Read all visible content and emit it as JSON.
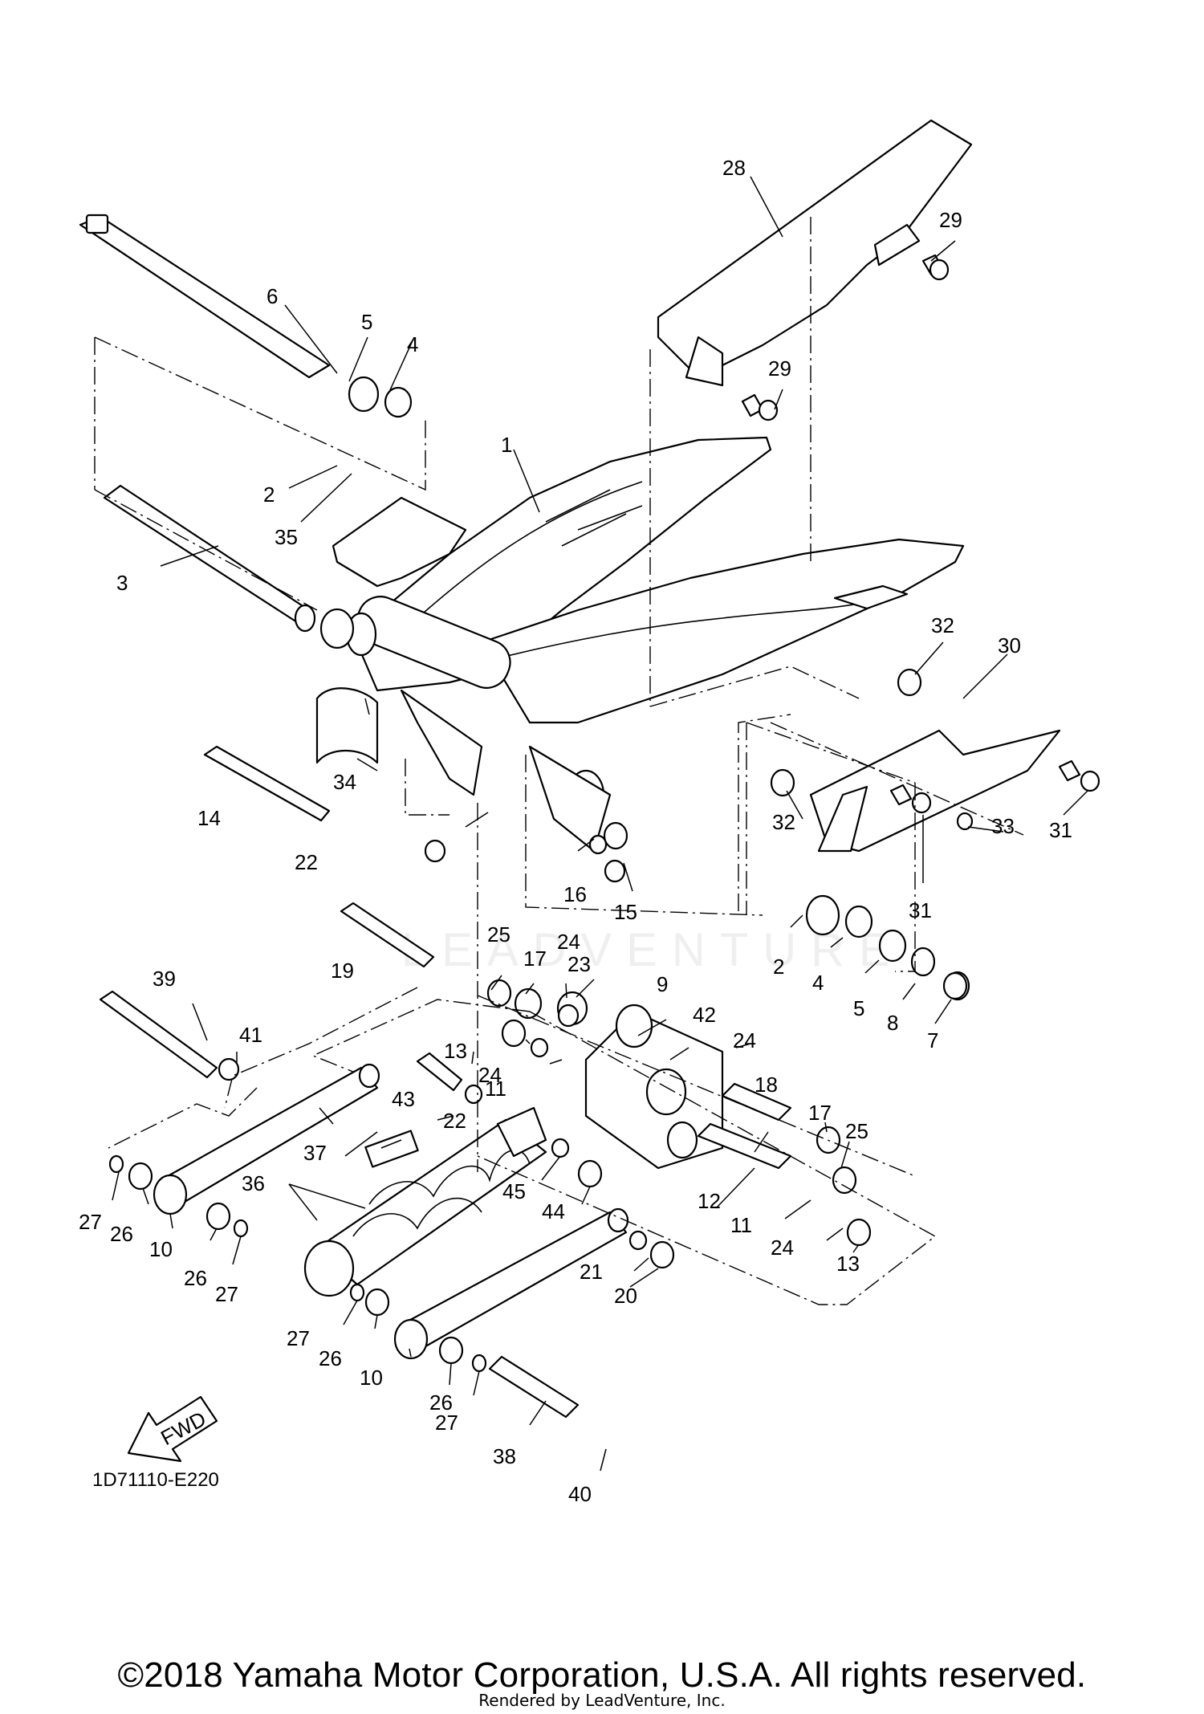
{
  "diagram_code": "1D71110-E220",
  "fwd_label": "FWD",
  "watermark": "LEADVENTURE",
  "copyright": "©2018 Yamaha Motor Corporation, U.S.A. All rights reserved.",
  "rendered_by": "Rendered by LeadVenture, Inc.",
  "callouts": [
    {
      "n": "1"
    },
    {
      "n": "2"
    },
    {
      "n": "2"
    },
    {
      "n": "3"
    },
    {
      "n": "4"
    },
    {
      "n": "4"
    },
    {
      "n": "5"
    },
    {
      "n": "5"
    },
    {
      "n": "6"
    },
    {
      "n": "7"
    },
    {
      "n": "8"
    },
    {
      "n": "9"
    },
    {
      "n": "10"
    },
    {
      "n": "10"
    },
    {
      "n": "11"
    },
    {
      "n": "11"
    },
    {
      "n": "12"
    },
    {
      "n": "13"
    },
    {
      "n": "13"
    },
    {
      "n": "14"
    },
    {
      "n": "15"
    },
    {
      "n": "16"
    },
    {
      "n": "17"
    },
    {
      "n": "17"
    },
    {
      "n": "18"
    },
    {
      "n": "19"
    },
    {
      "n": "20"
    },
    {
      "n": "21"
    },
    {
      "n": "22"
    },
    {
      "n": "22"
    },
    {
      "n": "23"
    },
    {
      "n": "24"
    },
    {
      "n": "24"
    },
    {
      "n": "24"
    },
    {
      "n": "24"
    },
    {
      "n": "25"
    },
    {
      "n": "25"
    },
    {
      "n": "26"
    },
    {
      "n": "26"
    },
    {
      "n": "26"
    },
    {
      "n": "26"
    },
    {
      "n": "27"
    },
    {
      "n": "27"
    },
    {
      "n": "27"
    },
    {
      "n": "27"
    },
    {
      "n": "28"
    },
    {
      "n": "29"
    },
    {
      "n": "29"
    },
    {
      "n": "30"
    },
    {
      "n": "31"
    },
    {
      "n": "31"
    },
    {
      "n": "32"
    },
    {
      "n": "32"
    },
    {
      "n": "33"
    },
    {
      "n": "34"
    },
    {
      "n": "35"
    },
    {
      "n": "36"
    },
    {
      "n": "37"
    },
    {
      "n": "38"
    },
    {
      "n": "39"
    },
    {
      "n": "40"
    },
    {
      "n": "41"
    },
    {
      "n": "42"
    },
    {
      "n": "43"
    },
    {
      "n": "44"
    },
    {
      "n": "45"
    }
  ]
}
